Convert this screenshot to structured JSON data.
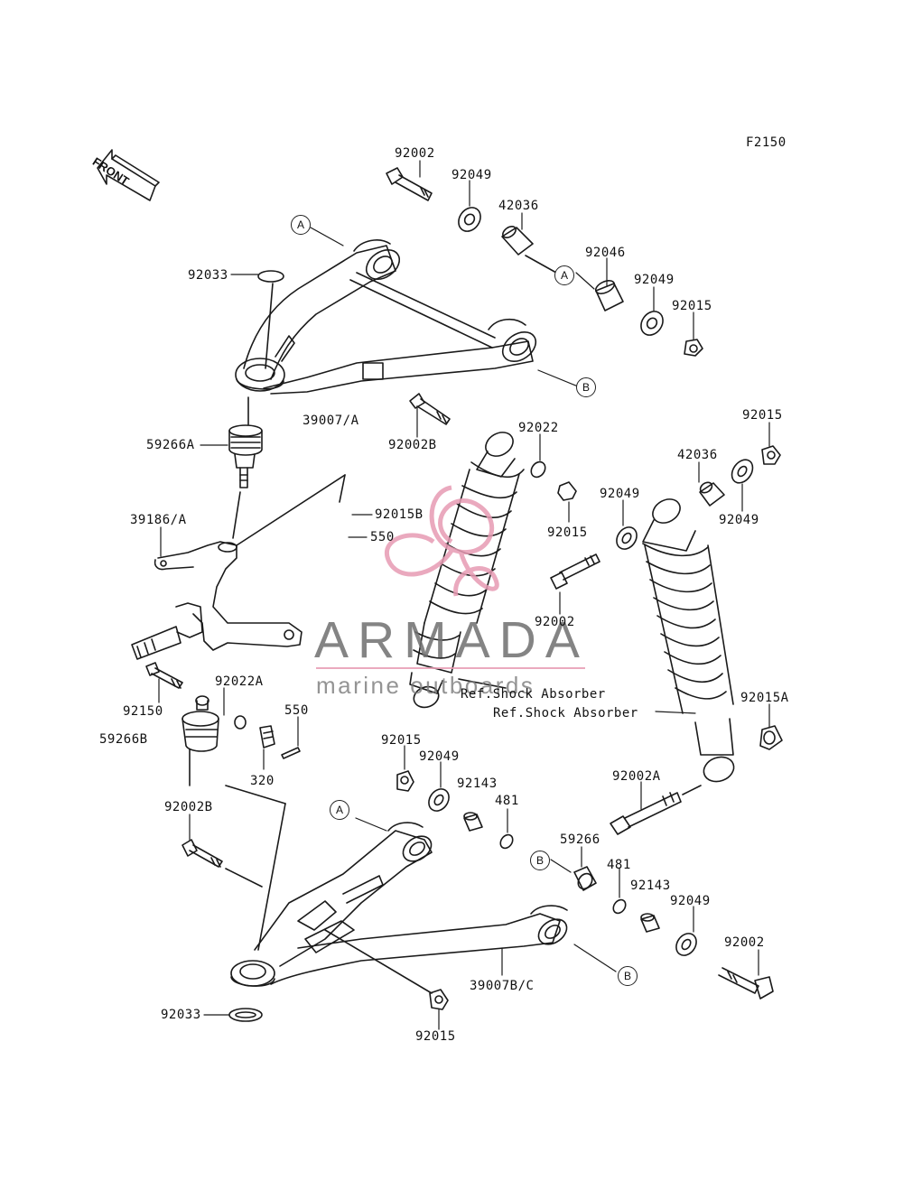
{
  "figure_code": "F2150",
  "front_label": "FRONT",
  "watermark": {
    "name": "ARMADA",
    "tagline": "marine outboards",
    "accent_color": "#e79bb3",
    "text_color": "#6f6f6f"
  },
  "ref_labels": {
    "left_shock": "Ref.Shock Absorber",
    "right_shock": "Ref.Shock Absorber"
  },
  "callout_letters": {
    "a_upper_arm": "A",
    "a_upper_right": "A",
    "b_upper": "B",
    "a_lower_arm": "A",
    "b_lower_mid": "B",
    "b_lower": "B"
  },
  "part_numbers": {
    "bolt_upper_top": "92002",
    "washer_upper_top": "92049",
    "collar_upper": "42036",
    "bushing_upper": "92046",
    "washer_upper_2": "92049",
    "nut_upper": "92015",
    "ring_upper": "92033",
    "upper_arm": "39007/A",
    "ball_joint_upper": "59266A",
    "knuckle": "39186/A",
    "nut_knuckle": "92015B",
    "pin_knuckle": "550",
    "bolt_left_shock": "92002B",
    "washer_left_shock": "92022",
    "nut_left_shock": "92015",
    "bolt_left_shock_lower": "92002",
    "nut_right_top": "92015",
    "collar_right": "42036",
    "washer_right_a": "92049",
    "washer_right_b": "92049",
    "nut_right_lower": "92015A",
    "bolt_right_lower": "92002A",
    "bolt_knuckle_lower": "92150",
    "washer_knuckle_lower": "92022A",
    "ball_joint_lower": "59266B",
    "pin_lower": "550",
    "castle_nut": "320",
    "nut_mid": "92015",
    "washer_mid": "92049",
    "bushing_mid": "92143",
    "circlip_mid": "481",
    "bolt_lower_left": "92002B",
    "bearing_lower": "59266",
    "circlip_lower": "481",
    "bushing_lower": "92143",
    "washer_lower": "92049",
    "bolt_lower_right": "92002",
    "lower_arm": "39007B/C",
    "ring_lower": "92033",
    "nut_lower_arm": "92015"
  }
}
